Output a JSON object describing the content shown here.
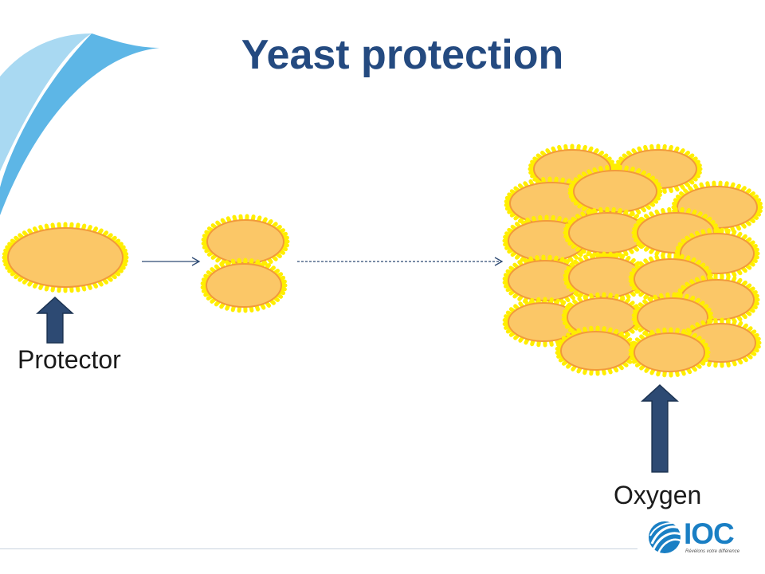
{
  "slide": {
    "title": "Yeast protection",
    "labels": {
      "protector": "Protector",
      "oxygen": "Oxygen"
    },
    "logo": {
      "text": "IOC",
      "tagline": "Révélons votre différence"
    },
    "colors": {
      "title": "#244a80",
      "cell_fill": "#fbc767",
      "cell_border": "#f29a3a",
      "cell_hair": "#ffee00",
      "arrow": "#2d4a73",
      "stripe_light": "#9fd3f0",
      "stripe_mid": "#5bb4e5",
      "logo_blue": "#1a7fc4"
    },
    "icons": [
      "stripe-decoration",
      "yeast-cell",
      "up-arrow",
      "right-arrow",
      "globe-icon"
    ]
  }
}
